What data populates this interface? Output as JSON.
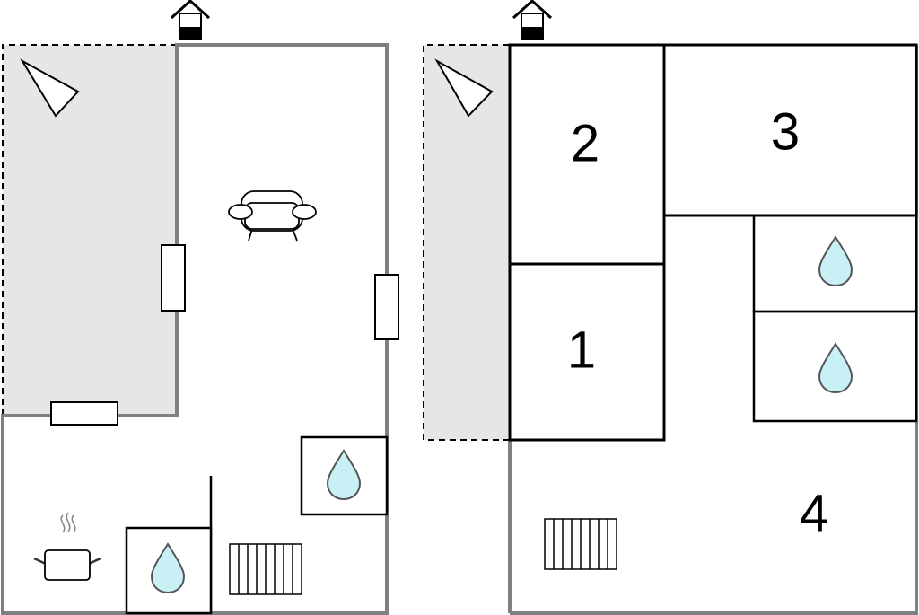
{
  "colors": {
    "outdoor_area": "#e6e6e6",
    "outer_wall": "#808080",
    "inner_wall": "#000000",
    "water_drop": "#c8f0f5",
    "water_drop_outline": "#555555"
  },
  "floors": [
    {
      "name": "ground-floor",
      "icons": [
        "entrance-house-icon",
        "terrace-triangle-icon",
        "sofa-icon",
        "cooking-pot-icon",
        "water-drop-icon",
        "water-drop-icon",
        "radiator-icon"
      ],
      "room_labels": []
    },
    {
      "name": "upper-floor",
      "icons": [
        "entrance-house-icon",
        "terrace-triangle-icon",
        "water-drop-icon",
        "water-drop-icon",
        "radiator-icon"
      ],
      "room_labels": [
        "2",
        "3",
        "1",
        "4"
      ]
    }
  ]
}
